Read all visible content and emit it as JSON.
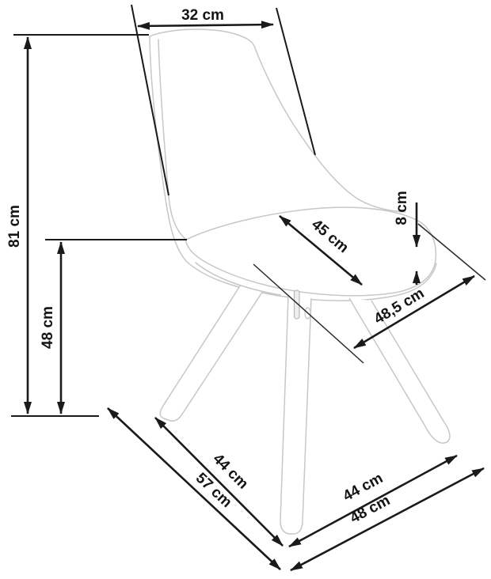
{
  "figure": {
    "type": "dimension-diagram",
    "subject": "chair",
    "unit": "cm"
  },
  "dimensions": {
    "backrest_top_width": "32 cm",
    "total_height": "81 cm",
    "seat_height": "48 cm",
    "seat_width_diagonal": "45 cm",
    "cushion_thickness": "8 cm",
    "seat_depth_diagonal": "48,5 cm",
    "base_depth_inner": "44 cm",
    "base_depth_outer": "57 cm",
    "base_width_inner": "44 cm",
    "base_width_outer": "48 cm"
  },
  "colors": {
    "dimension_line": "#1a1a1a",
    "chair_outline": "#c7c7c7",
    "background": "#ffffff"
  }
}
